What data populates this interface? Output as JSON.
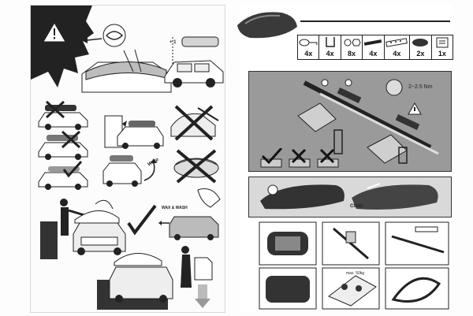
{
  "left_page": {
    "labels": {
      "plus_one": "+ 1",
      "wax_wash": "WAX & WASH",
      "wrap_text": "Wrap"
    }
  },
  "right_page": {
    "parts": [
      {
        "icon": "key-icon",
        "count": "4x"
      },
      {
        "icon": "u-bolt-icon",
        "count": "4x"
      },
      {
        "icon": "washer-nut-icon",
        "count": "8x"
      },
      {
        "icon": "bar-strip-icon",
        "count": "4x"
      },
      {
        "icon": "plate-icon",
        "count": "4x"
      },
      {
        "icon": "cap-icon",
        "count": "2x"
      },
      {
        "icon": "manual-icon",
        "count": "1x"
      }
    ],
    "torque": "2~2.5 Nm",
    "click_label": "Click!",
    "max_load": "max. 50kg"
  },
  "colors": {
    "ink": "#111111",
    "gray_panel": "#9a9a9a",
    "light_panel": "#d9d9d9"
  }
}
